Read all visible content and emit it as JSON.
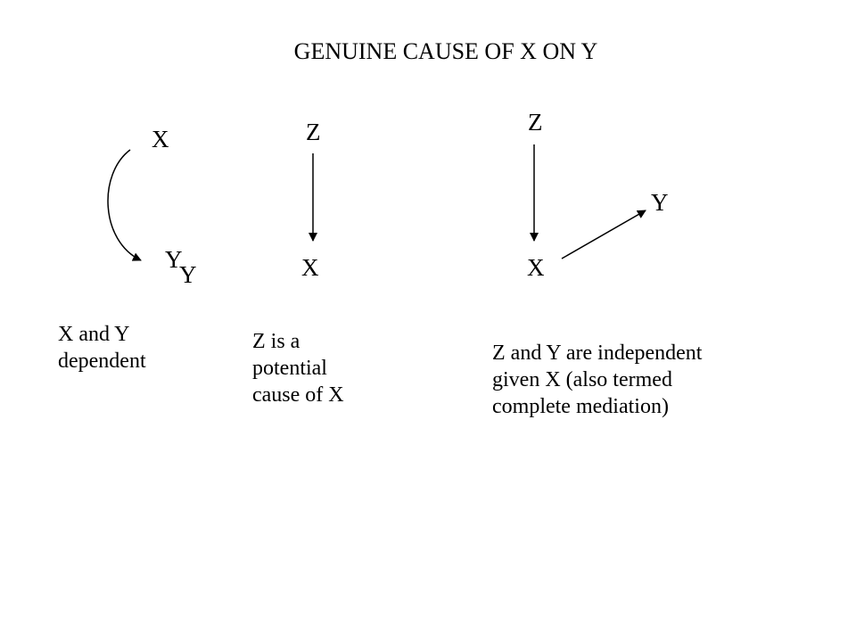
{
  "title": "GENUINE CAUSE OF X ON Y",
  "panels": [
    {
      "nodes": {
        "x": "X",
        "y": "Y",
        "y_overlap": "Y"
      },
      "caption": [
        "X and Y",
        "dependent"
      ]
    },
    {
      "nodes": {
        "z": "Z",
        "x": "X"
      },
      "caption": [
        "Z is a",
        "potential",
        "cause of X"
      ]
    },
    {
      "nodes": {
        "z": "Z",
        "x": "X",
        "y": "Y"
      },
      "caption": [
        "Z and Y are independent",
        "given X (also termed",
        "complete mediation)"
      ]
    }
  ],
  "colors": {
    "ink": "#000000",
    "background": "#ffffff"
  }
}
